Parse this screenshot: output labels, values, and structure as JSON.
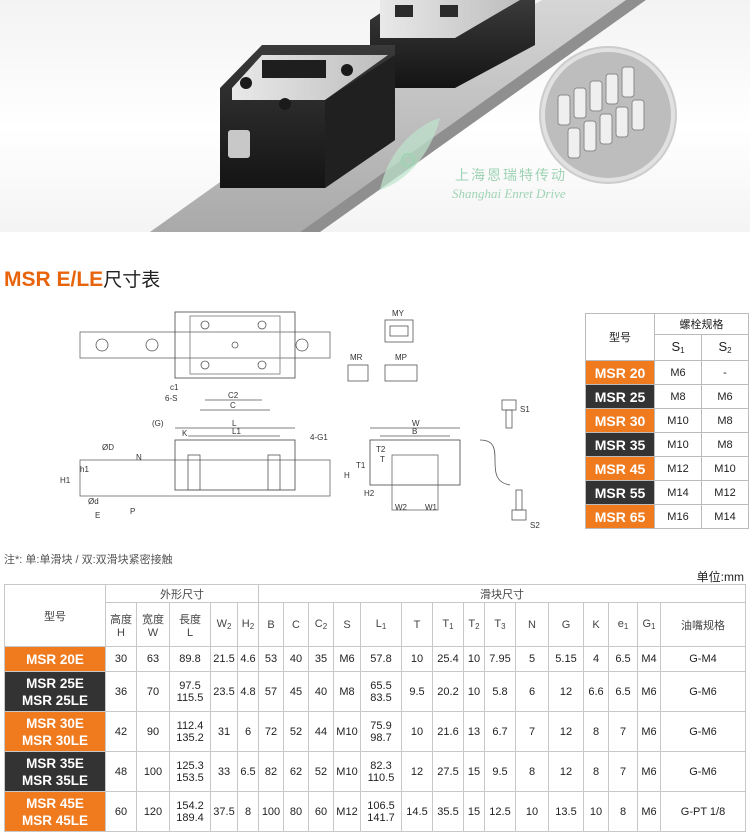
{
  "hero": {
    "watermark_cn": "上海恩瑞特传动",
    "watermark_en": "Shanghai Enret Drive"
  },
  "section": {
    "title_en": "MSR E/LE",
    "title_cn": "尺寸表"
  },
  "drawing_labels": {
    "c1": "c1",
    "s6": "6-S",
    "c2": "C2",
    "c": "C",
    "g": "(G)",
    "k": "K",
    "l": "L",
    "l1": "L1",
    "g1": "4-G1",
    "od": "ØD",
    "n": "N",
    "h1": "h1",
    "hh1": "H1",
    "odd": "Ød",
    "e": "E",
    "p": "P",
    "my": "MY",
    "mr": "MR",
    "mp": "MP",
    "w": "W",
    "b": "B",
    "t": "T",
    "t1": "T1",
    "t2": "T2",
    "h": "H",
    "h2": "H2",
    "w2": "W2",
    "w1": "W1",
    "s1": "S1",
    "s2": "S2"
  },
  "note": "注*: 单:单滑块 / 双:双滑块紧密接触",
  "unit": "单位:mm",
  "bolt_table": {
    "h_model": "型号",
    "h_group": "螺栓规格",
    "h_s1": "S",
    "h_s2": "S",
    "rows": [
      {
        "model": "MSR 20",
        "s1": "M6",
        "s2": "-",
        "tone": "orange"
      },
      {
        "model": "MSR 25",
        "s1": "M8",
        "s2": "M6",
        "tone": "dark"
      },
      {
        "model": "MSR 30",
        "s1": "M10",
        "s2": "M8",
        "tone": "orange"
      },
      {
        "model": "MSR 35",
        "s1": "M10",
        "s2": "M8",
        "tone": "dark"
      },
      {
        "model": "MSR 45",
        "s1": "M12",
        "s2": "M10",
        "tone": "orange"
      },
      {
        "model": "MSR 55",
        "s1": "M14",
        "s2": "M12",
        "tone": "dark"
      },
      {
        "model": "MSR 65",
        "s1": "M16",
        "s2": "M14",
        "tone": "orange"
      }
    ]
  },
  "main_table": {
    "h_model": "型号",
    "h_outer": "外形尺寸",
    "h_block": "滑块尺寸",
    "h_height": "高度",
    "h_H": "H",
    "h_width": "宽度",
    "h_W": "W",
    "h_length": "長度",
    "h_L": "L",
    "h_W2": "W",
    "h_H2": "H",
    "h_B": "B",
    "h_C": "C",
    "h_C2": "C",
    "h_S": "S",
    "h_L1": "L",
    "h_T": "T",
    "h_T1": "T",
    "h_T2": "T",
    "h_T3": "T",
    "h_N": "N",
    "h_G": "G",
    "h_K": "K",
    "h_e1": "e",
    "h_G1": "G",
    "h_nozzle": "油嘴规格",
    "rows": [
      {
        "m1": "MSR 20E",
        "m2": "",
        "tone": "orange",
        "H": "30",
        "W": "63",
        "L1v": "89.8",
        "L2v": "",
        "W2": "21.5",
        "H2": "4.6",
        "B": "53",
        "C": "40",
        "C2": "35",
        "S": "M6",
        "La": "57.8",
        "Lb": "",
        "T": "10",
        "T1": "25.4",
        "T2": "10",
        "T3": "7.95",
        "N": "5",
        "G": "5.15",
        "K": "4",
        "e1": "6.5",
        "G1": "M4",
        "nozzle": "G-M4"
      },
      {
        "m1": "MSR 25E",
        "m2": "MSR 25LE",
        "tone": "dark",
        "H": "36",
        "W": "70",
        "L1v": "97.5",
        "L2v": "115.5",
        "W2": "23.5",
        "H2": "4.8",
        "B": "57",
        "C": "45",
        "C2": "40",
        "S": "M8",
        "La": "65.5",
        "Lb": "83.5",
        "T": "9.5",
        "T1": "20.2",
        "T2": "10",
        "T3": "5.8",
        "N": "6",
        "G": "12",
        "K": "6.6",
        "e1": "6.5",
        "G1": "M6",
        "nozzle": "G-M6"
      },
      {
        "m1": "MSR 30E",
        "m2": "MSR 30LE",
        "tone": "orange",
        "H": "42",
        "W": "90",
        "L1v": "112.4",
        "L2v": "135.2",
        "W2": "31",
        "H2": "6",
        "B": "72",
        "C": "52",
        "C2": "44",
        "S": "M10",
        "La": "75.9",
        "Lb": "98.7",
        "T": "10",
        "T1": "21.6",
        "T2": "13",
        "T3": "6.7",
        "N": "7",
        "G": "12",
        "K": "8",
        "e1": "7",
        "G1": "M6",
        "nozzle": "G-M6"
      },
      {
        "m1": "MSR 35E",
        "m2": "MSR 35LE",
        "tone": "dark",
        "H": "48",
        "W": "100",
        "L1v": "125.3",
        "L2v": "153.5",
        "W2": "33",
        "H2": "6.5",
        "B": "82",
        "C": "62",
        "C2": "52",
        "S": "M10",
        "La": "82.3",
        "Lb": "110.5",
        "T": "12",
        "T1": "27.5",
        "T2": "15",
        "T3": "9.5",
        "N": "8",
        "G": "12",
        "K": "8",
        "e1": "7",
        "G1": "M6",
        "nozzle": "G-M6"
      },
      {
        "m1": "MSR 45E",
        "m2": "MSR 45LE",
        "tone": "orange",
        "H": "60",
        "W": "120",
        "L1v": "154.2",
        "L2v": "189.4",
        "W2": "37.5",
        "H2": "8",
        "B": "100",
        "C": "80",
        "C2": "60",
        "S": "M12",
        "La": "106.5",
        "Lb": "141.7",
        "T": "14.5",
        "T1": "35.5",
        "T2": "15",
        "T3": "12.5",
        "N": "10",
        "G": "13.5",
        "K": "10",
        "e1": "8",
        "G1": "M6",
        "nozzle": "G-PT 1/8"
      }
    ]
  }
}
